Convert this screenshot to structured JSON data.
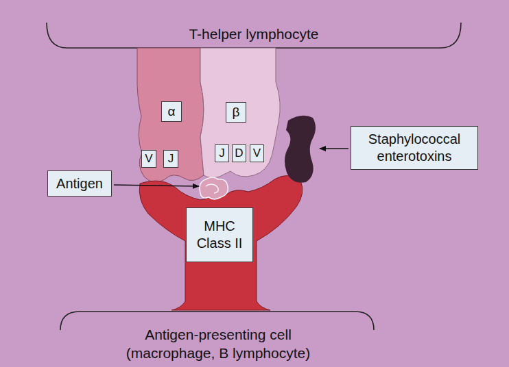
{
  "diagram": {
    "nodes": [
      {
        "text": [
          "T-helper lymphocyte"
        ]
      },
      {
        "text": [
          "α"
        ]
      },
      {
        "text": [
          "V"
        ]
      },
      {
        "text": [
          "J"
        ]
      },
      {
        "text": [
          "β"
        ]
      },
      {
        "text": [
          "J"
        ]
      },
      {
        "text": [
          "D"
        ]
      },
      {
        "text": [
          "V"
        ]
      },
      {
        "text": [
          "Staphylococcal enterotoxins"
        ]
      },
      {
        "text": [
          "Antigen"
        ]
      },
      {
        "text": [
          "MHC Class II"
        ]
      },
      {
        "text": [
          "Antigen-presenting cell (macrophage, B lymphocyte)"
        ]
      }
    ]
  }
}
